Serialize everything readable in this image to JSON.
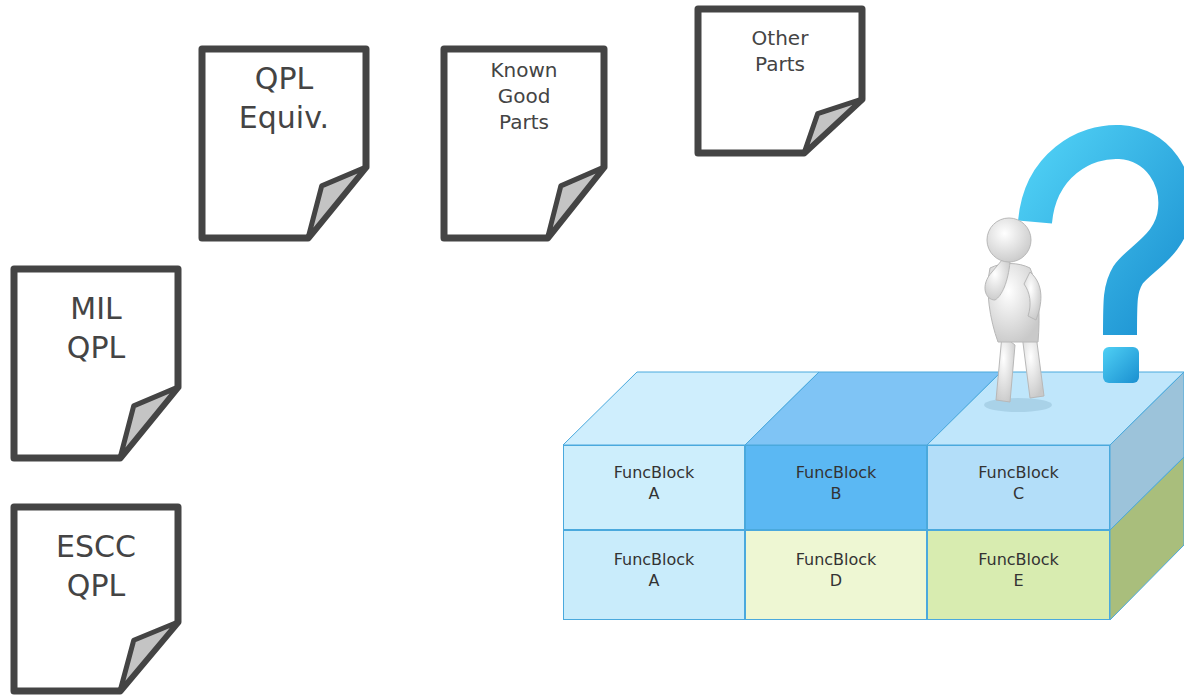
{
  "diagram": {
    "nodes": [
      {
        "text": [
          "QPL Equiv."
        ]
      },
      {
        "text": [
          "Known Good Parts"
        ]
      },
      {
        "text": [
          "Other Parts"
        ]
      },
      {
        "text": [
          "MIL QPL"
        ]
      },
      {
        "text": [
          "ESCC QPL"
        ]
      },
      {
        "text": [
          "FuncBlock A"
        ]
      },
      {
        "text": [
          "FuncBlock B"
        ]
      },
      {
        "text": [
          "FuncBlock C"
        ]
      },
      {
        "text": [
          "FuncBlock A"
        ]
      },
      {
        "text": [
          "FuncBlock D"
        ]
      },
      {
        "text": [
          "FuncBlock E"
        ]
      }
    ]
  }
}
